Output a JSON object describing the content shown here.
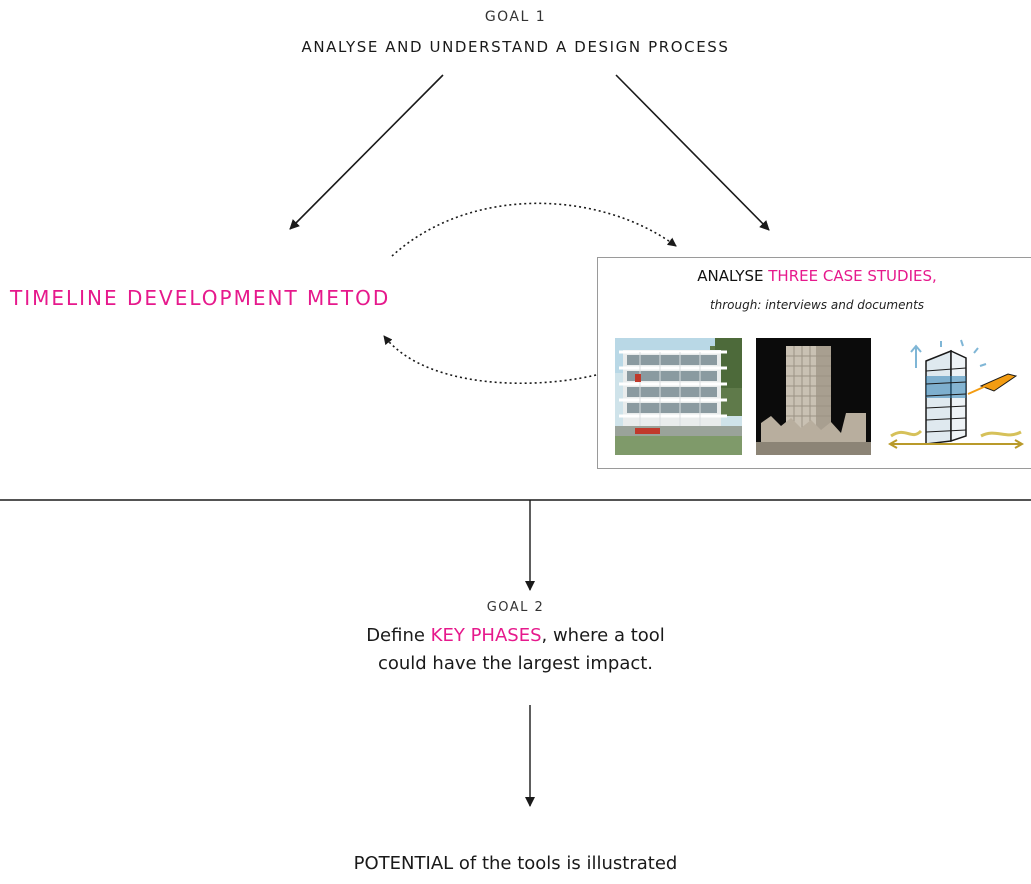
{
  "goal1": {
    "label": "GOAL 1",
    "title": "ANALYSE AND UNDERSTAND A DESIGN PROCESS"
  },
  "timeline": {
    "label": "TIMELINE DEVELOPMENT METOD"
  },
  "case_studies": {
    "heading_plain": "ANALYSE ",
    "heading_highlight": "THREE CASE STUDIES,",
    "subtitle": "through: interviews and  documents",
    "images": [
      "building-render-photo",
      "building-model-photo",
      "building-sketch"
    ]
  },
  "goal2": {
    "label": "GOAL 2",
    "line1_prefix": "Define ",
    "line1_highlight": "KEY PHASES",
    "line1_suffix": ", where a tool",
    "line2": "could have the largest impact."
  },
  "result": {
    "text": "POTENTIAL of the tools is illustrated"
  },
  "colors": {
    "accent": "#e6198c",
    "line": "#1a1a1a"
  }
}
